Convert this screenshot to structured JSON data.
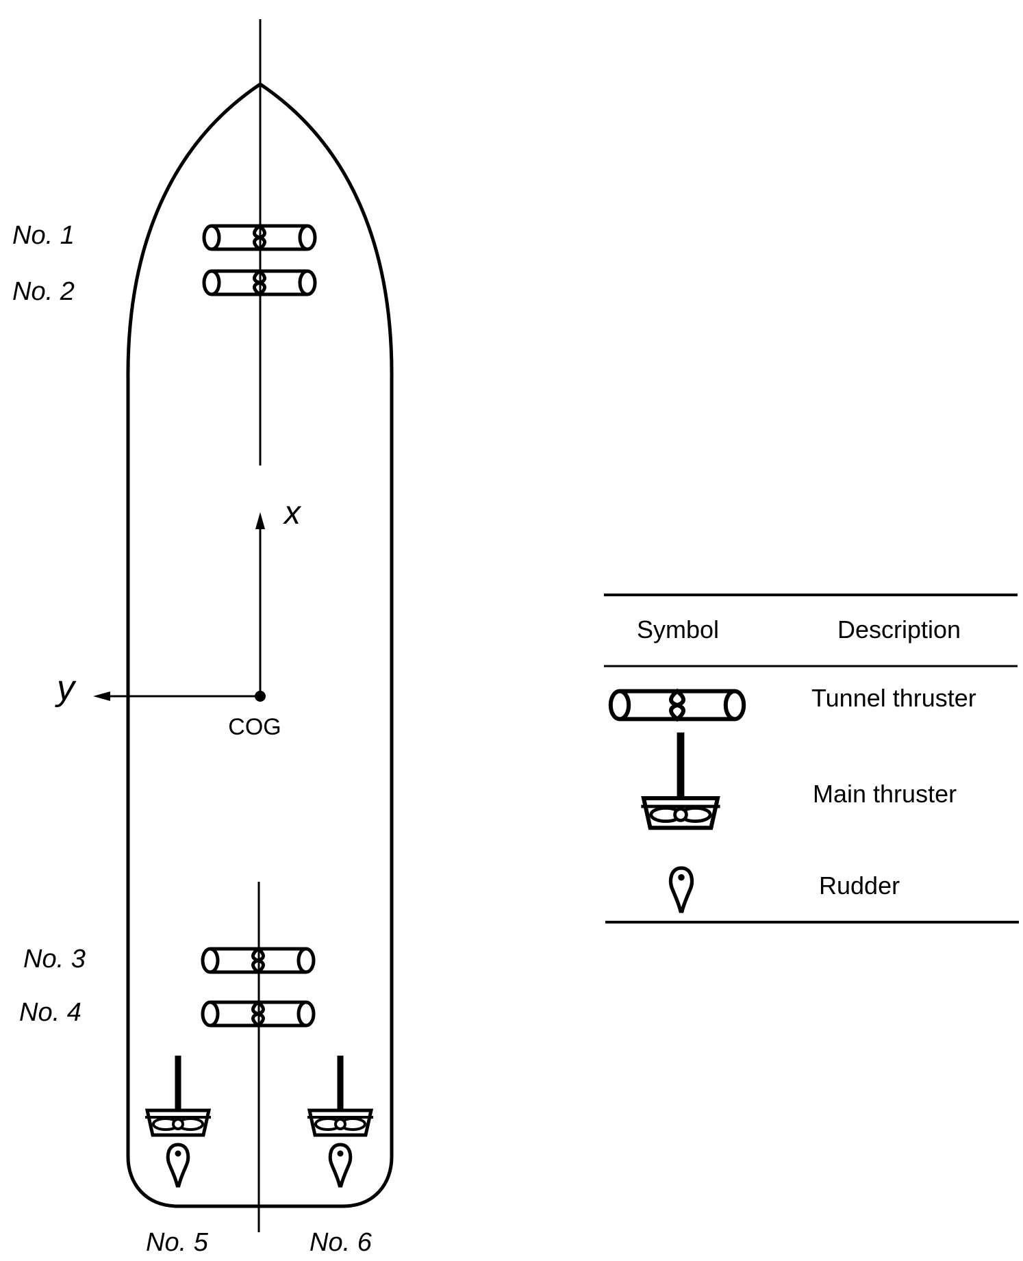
{
  "thruster_labels": {
    "no1": "No. 1",
    "no2": "No. 2",
    "no3": "No. 3",
    "no4": "No. 4",
    "no5": "No. 5",
    "no6": "No. 6"
  },
  "axes": {
    "x_label": "x",
    "y_label": "y",
    "origin_label": "COG"
  },
  "legend": {
    "header_symbol": "Symbol",
    "header_description": "Description",
    "rows": [
      {
        "icon": "tunnel-thruster-icon",
        "description": "Tunnel thruster"
      },
      {
        "icon": "main-thruster-icon",
        "description": "Main thruster"
      },
      {
        "icon": "rudder-icon",
        "description": "Rudder"
      }
    ]
  },
  "colors": {
    "stroke": "#000000",
    "background": "#ffffff"
  }
}
